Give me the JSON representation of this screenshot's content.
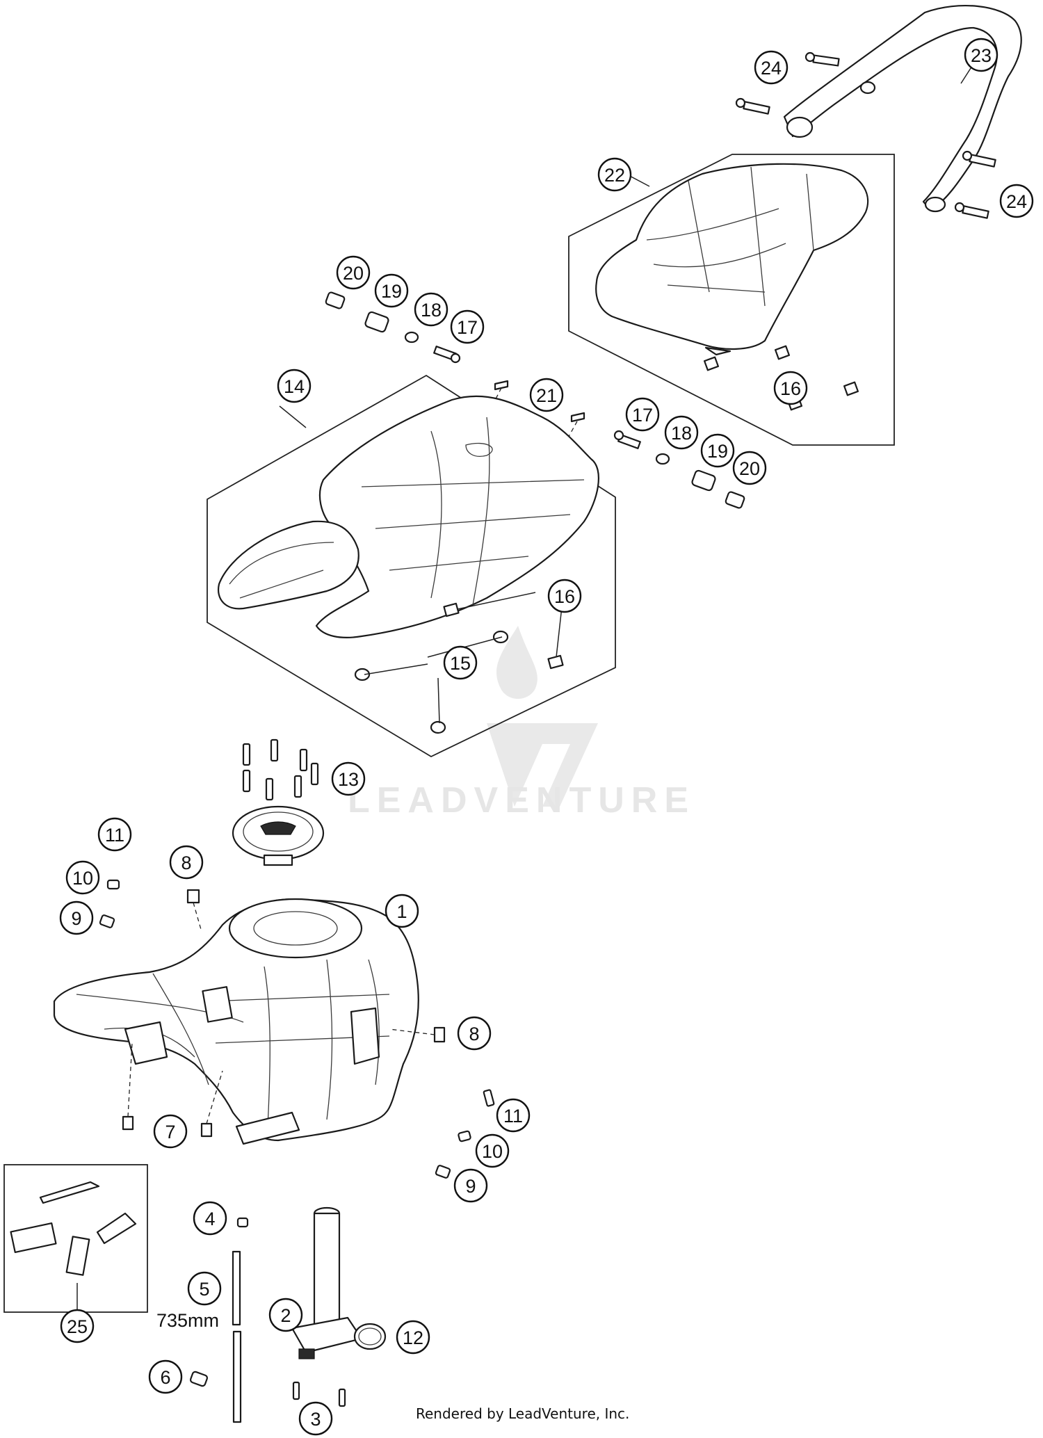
{
  "watermark": {
    "text": "LEADVENTURE"
  },
  "dimension": {
    "label": "735mm"
  },
  "credit": {
    "text": "Rendered by LeadVenture, Inc."
  },
  "callouts": [
    {
      "id": "c1",
      "label": "1"
    },
    {
      "id": "c2",
      "label": "2"
    },
    {
      "id": "c3",
      "label": "3"
    },
    {
      "id": "c4",
      "label": "4"
    },
    {
      "id": "c5",
      "label": "5"
    },
    {
      "id": "c6",
      "label": "6"
    },
    {
      "id": "c7",
      "label": "7"
    },
    {
      "id": "c8a",
      "label": "8"
    },
    {
      "id": "c8b",
      "label": "8"
    },
    {
      "id": "c9a",
      "label": "9"
    },
    {
      "id": "c9b",
      "label": "9"
    },
    {
      "id": "c10a",
      "label": "10"
    },
    {
      "id": "c10b",
      "label": "10"
    },
    {
      "id": "c11a",
      "label": "11"
    },
    {
      "id": "c11b",
      "label": "11"
    },
    {
      "id": "c12",
      "label": "12"
    },
    {
      "id": "c13",
      "label": "13"
    },
    {
      "id": "c14",
      "label": "14"
    },
    {
      "id": "c15",
      "label": "15"
    },
    {
      "id": "c16a",
      "label": "16"
    },
    {
      "id": "c16b",
      "label": "16"
    },
    {
      "id": "c17a",
      "label": "17"
    },
    {
      "id": "c17b",
      "label": "17"
    },
    {
      "id": "c18a",
      "label": "18"
    },
    {
      "id": "c18b",
      "label": "18"
    },
    {
      "id": "c19a",
      "label": "19"
    },
    {
      "id": "c19b",
      "label": "19"
    },
    {
      "id": "c20a",
      "label": "20"
    },
    {
      "id": "c20b",
      "label": "20"
    },
    {
      "id": "c21",
      "label": "21"
    },
    {
      "id": "c22",
      "label": "22"
    },
    {
      "id": "c23",
      "label": "23"
    },
    {
      "id": "c24a",
      "label": "24"
    },
    {
      "id": "c24b",
      "label": "24"
    },
    {
      "id": "c25",
      "label": "25"
    }
  ]
}
